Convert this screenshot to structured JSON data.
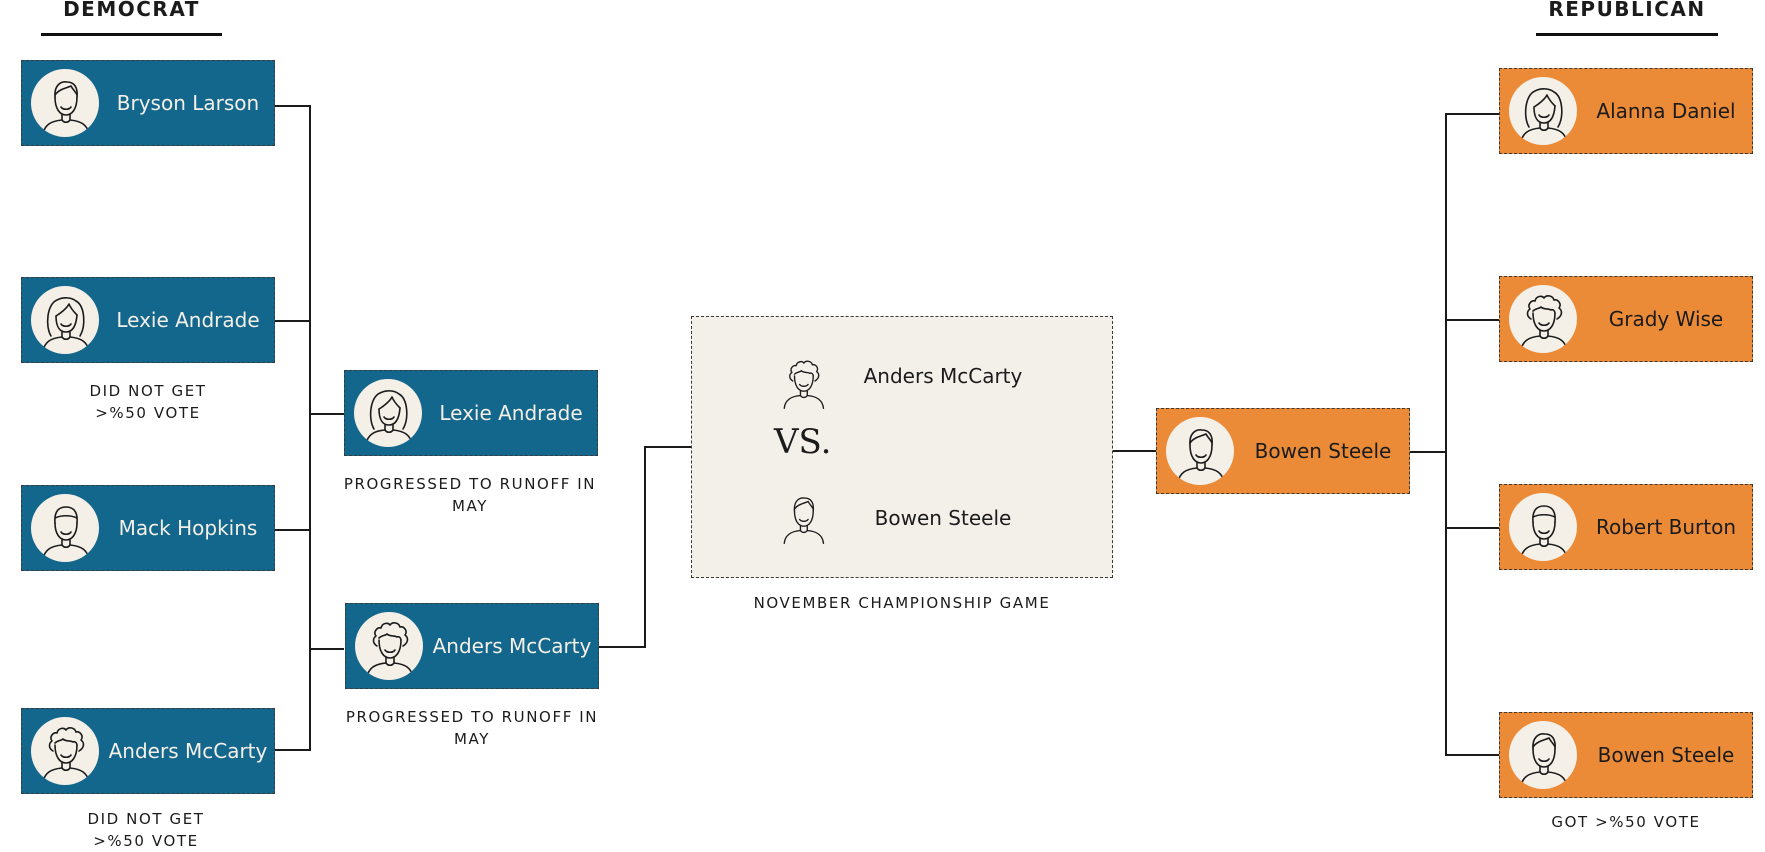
{
  "headers": {
    "democrat": "DEMOCRAT",
    "republican": "REPUBLICAN"
  },
  "democrats": [
    {
      "name": "Bryson Larson",
      "avatar": "man-short-hair-icon"
    },
    {
      "name": "Lexie Andrade",
      "avatar": "woman-long-hair-icon",
      "note": "DID NOT GET >%50 VOTE"
    },
    {
      "name": "Mack Hopkins",
      "avatar": "man-flat-hair-icon"
    },
    {
      "name": "Anders McCarty",
      "avatar": "curly-hair-icon",
      "note": "DID NOT GET >%50 VOTE"
    }
  ],
  "runoff": [
    {
      "name": "Lexie Andrade",
      "avatar": "woman-long-hair-icon",
      "note": "PROGRESSED TO RUNOFF IN MAY"
    },
    {
      "name": "Anders McCarty",
      "avatar": "curly-hair-icon",
      "note": "PROGRESSED TO RUNOFF IN MAY"
    }
  ],
  "republicans": [
    {
      "name": "Alanna Daniel",
      "avatar": "woman-long-hair-icon"
    },
    {
      "name": "Grady Wise",
      "avatar": "curly-hair-icon"
    },
    {
      "name": "Robert Burton",
      "avatar": "man-flat-hair-icon"
    },
    {
      "name": "Bowen Steele",
      "avatar": "man-short-hair-icon",
      "note": "GOT >%50 VOTE"
    }
  ],
  "rep_winner": {
    "name": "Bowen Steele",
    "avatar": "man-short-hair-icon"
  },
  "final": {
    "top_name": "Anders McCarty",
    "vs": "VS.",
    "bottom_name": "Bowen Steele",
    "caption": "NOVEMBER CHAMPIONSHIP GAME"
  },
  "colors": {
    "democrat": "#13678c",
    "republican": "#eb8b38",
    "final_bg": "#f3f0ea",
    "avatar_bg": "#f4efe7"
  }
}
